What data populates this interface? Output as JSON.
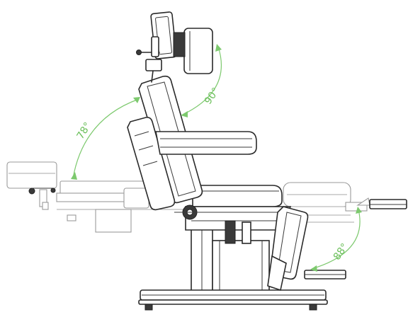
{
  "diagram": {
    "angles": [
      {
        "id": "backrest-recline",
        "label": "78°"
      },
      {
        "id": "headrest-tilt",
        "label": "90°"
      },
      {
        "id": "legrest-tilt",
        "label": "88°"
      }
    ],
    "colors": {
      "outline": "#2a2a2a",
      "ghost_outline": "#9a9a9a",
      "angle_arc": "#7dc96e",
      "angle_text": "#6bbf5a",
      "background": "#ffffff"
    }
  }
}
